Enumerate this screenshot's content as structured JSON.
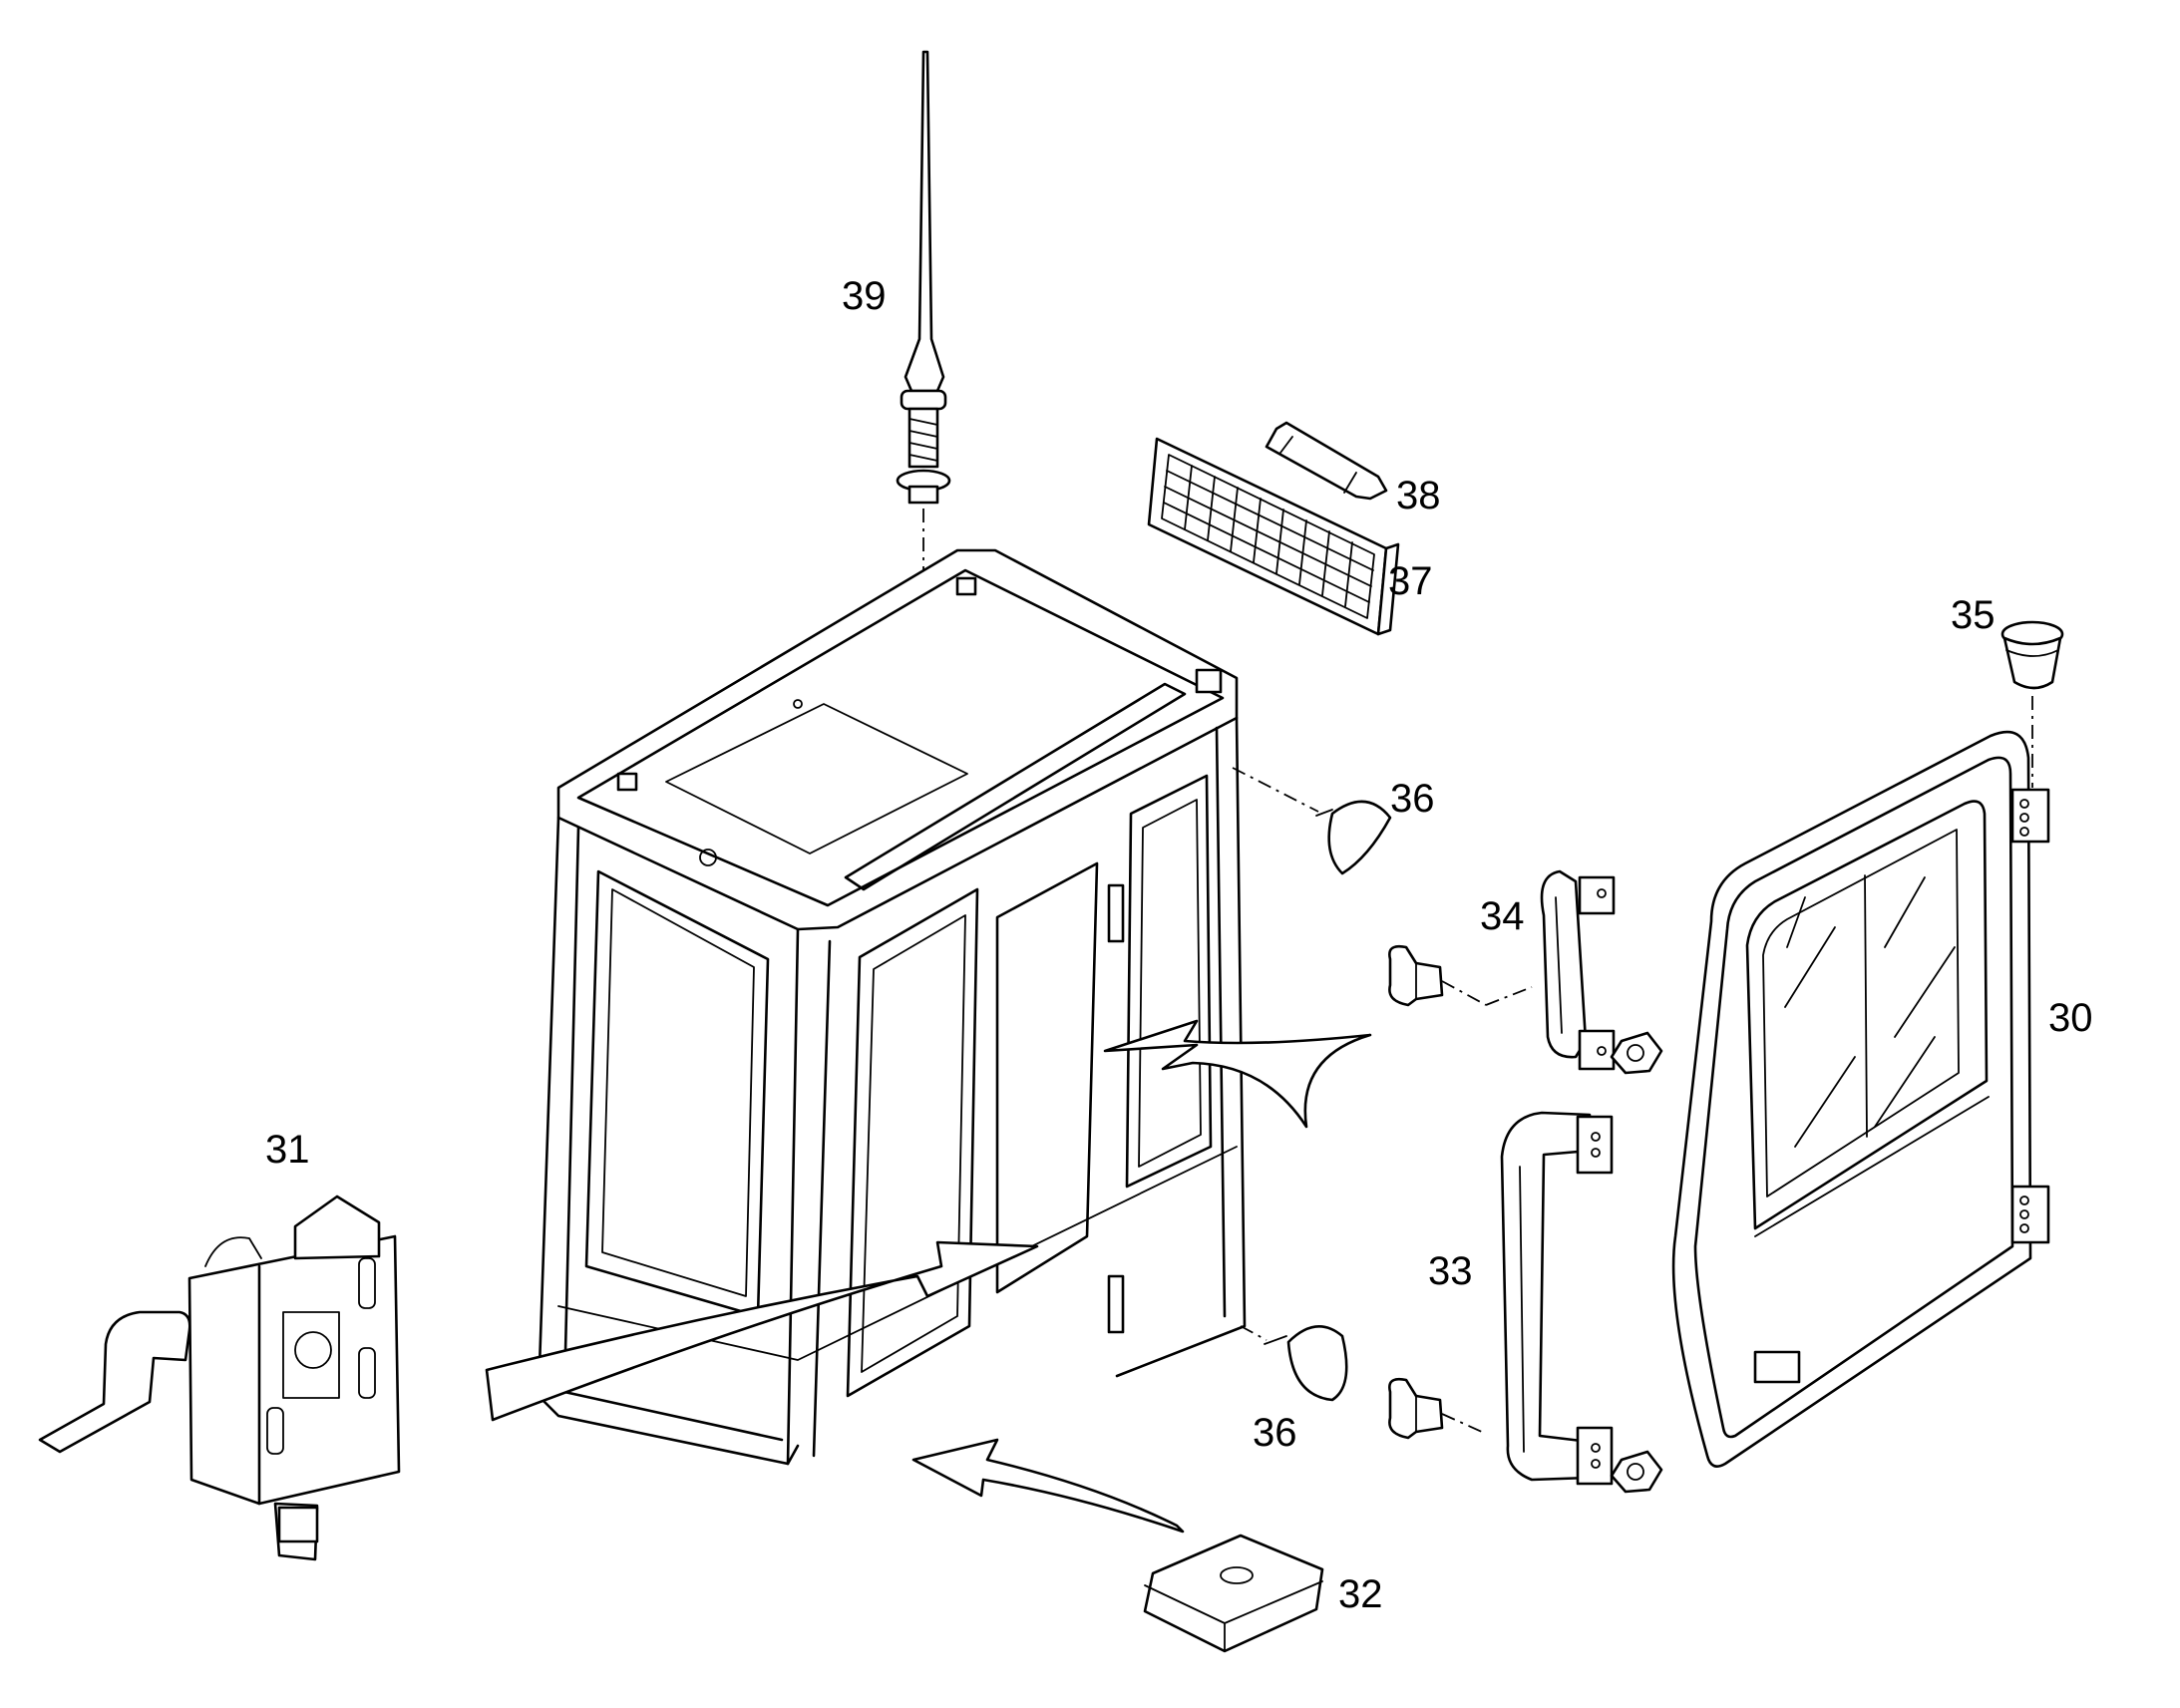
{
  "colors": {
    "line": "#000000",
    "background": "#ffffff"
  },
  "callouts": [
    {
      "id": "30"
    },
    {
      "id": "31"
    },
    {
      "id": "32"
    },
    {
      "id": "33"
    },
    {
      "id": "34"
    },
    {
      "id": "35"
    },
    {
      "id": "36"
    },
    {
      "id": "36"
    },
    {
      "id": "37"
    },
    {
      "id": "38"
    },
    {
      "id": "39"
    }
  ]
}
